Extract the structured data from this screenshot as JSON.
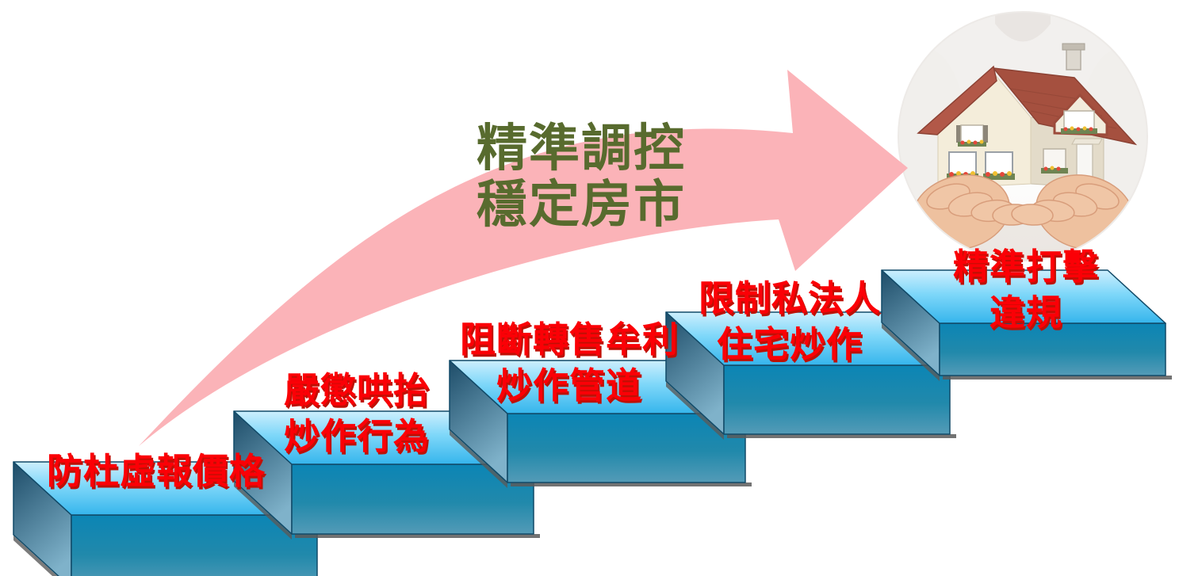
{
  "slide": {
    "background": "#ffffff",
    "title": {
      "line1": "精準調控",
      "line2": "穩定房市",
      "color": "#586b2e"
    },
    "arrow": {
      "name": "curved-up-arrow",
      "color": "#fbb3b8"
    },
    "goal_image": {
      "name": "hands-holding-model-house-photo",
      "shape": "circle"
    },
    "steps": {
      "label_color": "#fb0006",
      "face_colors": {
        "top": "#35b5ec",
        "front": "#0b85b5",
        "side": "#1d4c68"
      },
      "items": [
        {
          "lines": [
            "防杜虛報價格",
            ""
          ]
        },
        {
          "lines": [
            "嚴懲哄抬",
            "炒作行為"
          ]
        },
        {
          "lines": [
            "阻斷轉售牟利",
            "炒作管道"
          ]
        },
        {
          "lines": [
            "限制私法人",
            "住宅炒作"
          ]
        },
        {
          "lines": [
            "精準打擊",
            "違規"
          ]
        }
      ]
    }
  }
}
